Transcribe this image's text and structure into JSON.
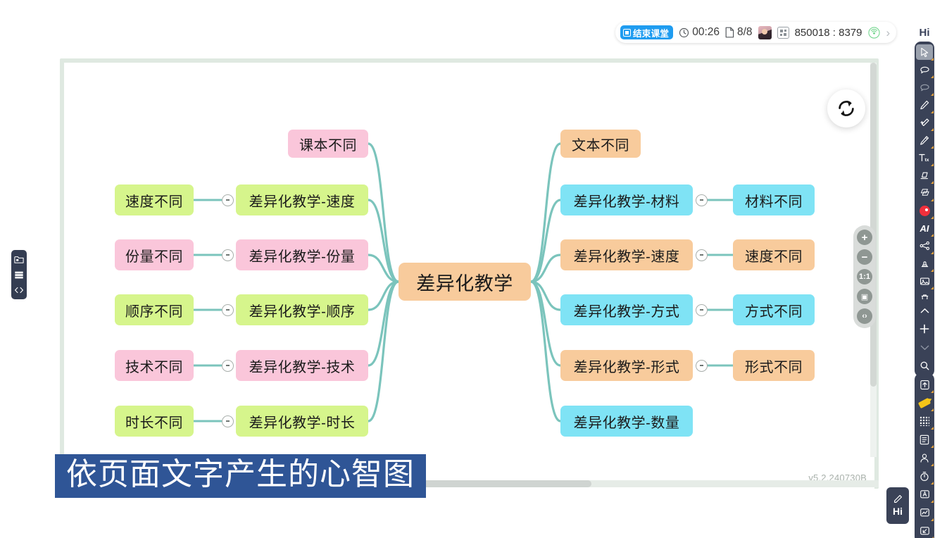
{
  "statusbar": {
    "end_class_label": "结束课堂",
    "end_class_icon": "stop-record-icon",
    "timer_icon": "clock-icon",
    "timer": "00:26",
    "page_icon": "page-icon",
    "page_count": "8/8",
    "avatar_icon": "avatar",
    "qr_icon": "qr-code-icon",
    "room_code": "850018 : 8379",
    "signal_icon": "wifi-signal-icon",
    "expand_icon": "chevron-right-icon"
  },
  "canvas": {
    "refresh_icon": "refresh-icon",
    "version": "v5.2.240730B",
    "zoom_controls": [
      {
        "name": "zoom-in-button",
        "glyph": "+"
      },
      {
        "name": "zoom-out-button",
        "glyph": "−"
      },
      {
        "name": "zoom-reset-button",
        "glyph": "1:1"
      },
      {
        "name": "fit-to-screen-button",
        "glyph": "▣"
      },
      {
        "name": "expand-button",
        "glyph": "‹›"
      }
    ]
  },
  "caption": {
    "text": "依页面文字产生的心智图"
  },
  "mindmap": {
    "center": {
      "label": "差异化教学",
      "color": "#f8cb9c"
    },
    "left_branches": [
      {
        "label": "差异化教学-速度",
        "leaf": "速度不同",
        "color": "#d6f58c",
        "has_toggle": true
      },
      {
        "label": "差异化教学-份量",
        "leaf": "份量不同",
        "color": "#fac6da",
        "has_toggle": true
      },
      {
        "label": "差异化教学-顺序",
        "leaf": "顺序不同",
        "color": "#d6f58c",
        "has_toggle": true
      },
      {
        "label": "差异化教学-技术",
        "leaf": "技术不同",
        "color": "#fac6da",
        "has_toggle": true
      },
      {
        "label": "差异化教学-时长",
        "leaf": "时长不同",
        "color": "#d6f58c",
        "has_toggle": true
      }
    ],
    "left_top_node": {
      "label": "课本不同",
      "color": "#fac6da"
    },
    "right_top_node": {
      "label": "文本不同",
      "color": "#f8cb9c"
    },
    "right_branches": [
      {
        "label": "差异化教学-材料",
        "leaf": "材料不同",
        "color": "#7fe3f5",
        "has_toggle": true
      },
      {
        "label": "差异化教学-速度",
        "leaf": "速度不同",
        "color": "#f8cb9c",
        "has_toggle": true
      },
      {
        "label": "差异化教学-方式",
        "leaf": "方式不同",
        "color": "#7fe3f5",
        "has_toggle": true
      },
      {
        "label": "差异化教学-形式",
        "leaf": "形式不同",
        "color": "#f8cb9c",
        "has_toggle": true
      },
      {
        "label": "差异化教学-数量",
        "leaf": null,
        "color": "#7fe3f5",
        "has_toggle": false
      }
    ],
    "edge_color": "#7bc4bc"
  },
  "left_dock": {
    "items": [
      {
        "name": "file-manager-icon",
        "glyph": "὜0"
      },
      {
        "name": "layers-icon",
        "glyph": "☰"
      },
      {
        "name": "code-icon",
        "glyph": "<>"
      }
    ]
  },
  "toolbar": {
    "brand": "Hi",
    "top_tools": [
      {
        "name": "select-cursor-tool",
        "active": true
      },
      {
        "name": "lasso-select-tool",
        "active": false
      },
      {
        "name": "freeform-select-tool",
        "active": false
      },
      {
        "name": "pen-tool",
        "active": false
      },
      {
        "name": "magic-pen-tool",
        "active": false
      },
      {
        "name": "pencil-tool",
        "active": false
      },
      {
        "name": "text-tool",
        "active": false
      },
      {
        "name": "eraser-tool",
        "active": false
      },
      {
        "name": "shape-tool",
        "active": false
      },
      {
        "name": "color-palette-tool",
        "active": false
      },
      {
        "name": "ai-tool",
        "active": false
      },
      {
        "name": "mindmap-tool",
        "active": false
      },
      {
        "name": "stamp-tool",
        "active": false
      },
      {
        "name": "image-insert-tool",
        "active": false
      },
      {
        "name": "delete-tool",
        "active": false
      },
      {
        "name": "settings-tool",
        "active": false
      }
    ],
    "mid_tools": [
      {
        "name": "page-up-button"
      },
      {
        "name": "add-page-button"
      },
      {
        "name": "page-down-button"
      },
      {
        "name": "search-button"
      }
    ],
    "bottom_tools": [
      {
        "name": "upload-tool"
      },
      {
        "name": "highlighter-tool"
      },
      {
        "name": "grid-tool"
      },
      {
        "name": "list-tool"
      },
      {
        "name": "user-tool"
      },
      {
        "name": "timer-tool"
      },
      {
        "name": "answer-tool"
      },
      {
        "name": "chart-tool"
      },
      {
        "name": "collapse-tool"
      }
    ],
    "float": {
      "pen_icon": "pencil-icon",
      "label": "Hi"
    }
  }
}
